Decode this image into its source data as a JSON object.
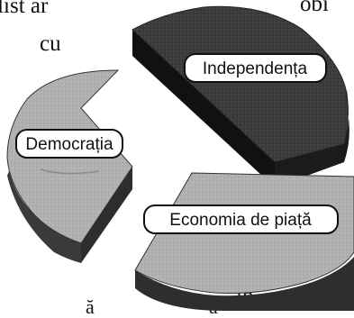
{
  "text_fragments": {
    "top_left": "alist ar",
    "top_left_2": "cu",
    "top_right": "obi",
    "bottom_right": "in",
    "bottom_left": "ă",
    "bottom_mid": "à"
  },
  "segments": [
    {
      "label": "Independența",
      "color": "#3a3a3a"
    },
    {
      "label": "Democrația",
      "color": "#a9a9a9"
    },
    {
      "label": "Economia de piață",
      "color": "#bdbdbd"
    }
  ],
  "colors": {
    "dark_top": "#3a3a3a",
    "dark_side": "#141414",
    "light_top": "#b3b3b3",
    "light_side": "#3c3c3c",
    "label_bg": "#ffffff",
    "label_border": "#111111"
  }
}
